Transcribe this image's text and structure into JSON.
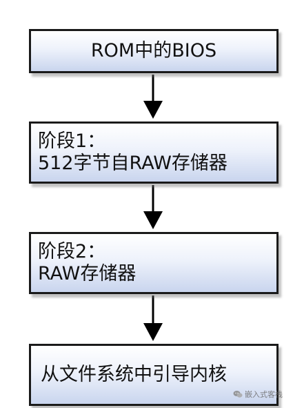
{
  "diagram": {
    "steps": [
      {
        "lines": [
          "ROM中的BIOS"
        ]
      },
      {
        "lines": [
          "阶段1：",
          "512字节自RAW存储器"
        ]
      },
      {
        "lines": [
          "阶段2：",
          "RAW存储器"
        ]
      },
      {
        "lines": [
          "从文件系统中引导内核"
        ]
      }
    ]
  },
  "watermark": {
    "text": "嵌入式客栈",
    "icon": "wechat-icon"
  },
  "colors": {
    "border": "#1a1a1a",
    "box_fill_top": "#ffffff",
    "box_fill_bottom": "#c9d5ee",
    "arrow": "#000000"
  }
}
